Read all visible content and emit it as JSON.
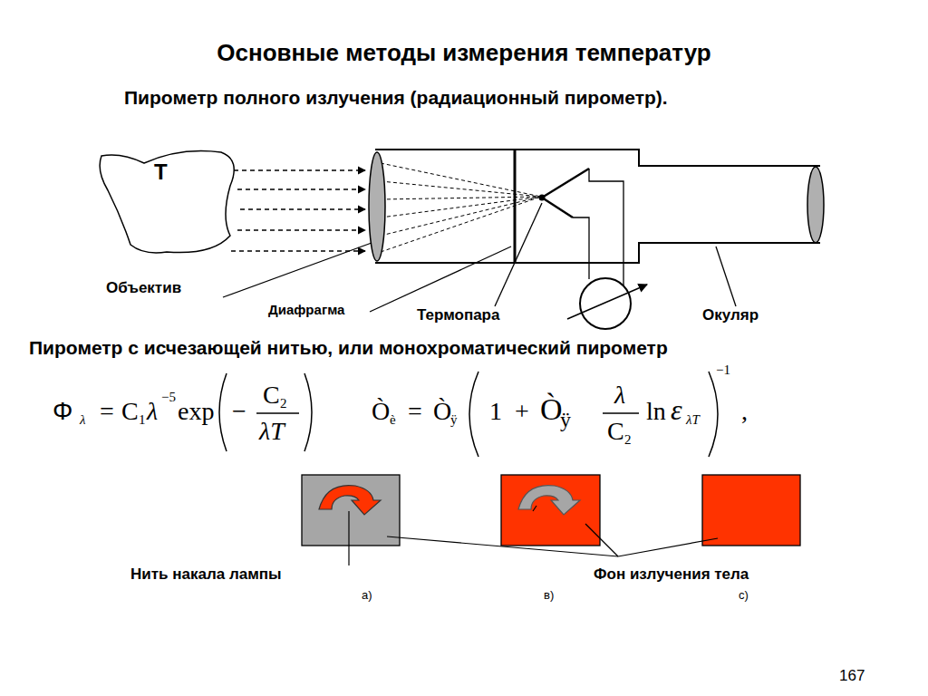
{
  "diagram": {
    "title": "Основные методы измерения температур",
    "nodes": [
      {
        "text": [
          "Т"
        ]
      }
    ],
    "labels": [
      "Пирометр полного излучения (радиационный пирометр).",
      "Объектив",
      "Диафрагма",
      "Термопара",
      "Окуляр",
      "Пирометр с исчезающей нитью, или монохроматический пирометр",
      "Φ",
      "λ",
      "=",
      "C",
      "1",
      "λ",
      "−5",
      "exp",
      "−",
      "C",
      "2",
      "λT",
      "Ò",
      "è",
      "=",
      "Ò",
      "ÿ",
      "1",
      "+",
      "Ò",
      "ÿ",
      "λ",
      "C",
      "2",
      "ln",
      "ε",
      "λT",
      "−1",
      ",",
      "Нить накала лампы",
      "Фон излучения тела",
      "а)",
      "в)",
      "с)",
      "167"
    ]
  }
}
